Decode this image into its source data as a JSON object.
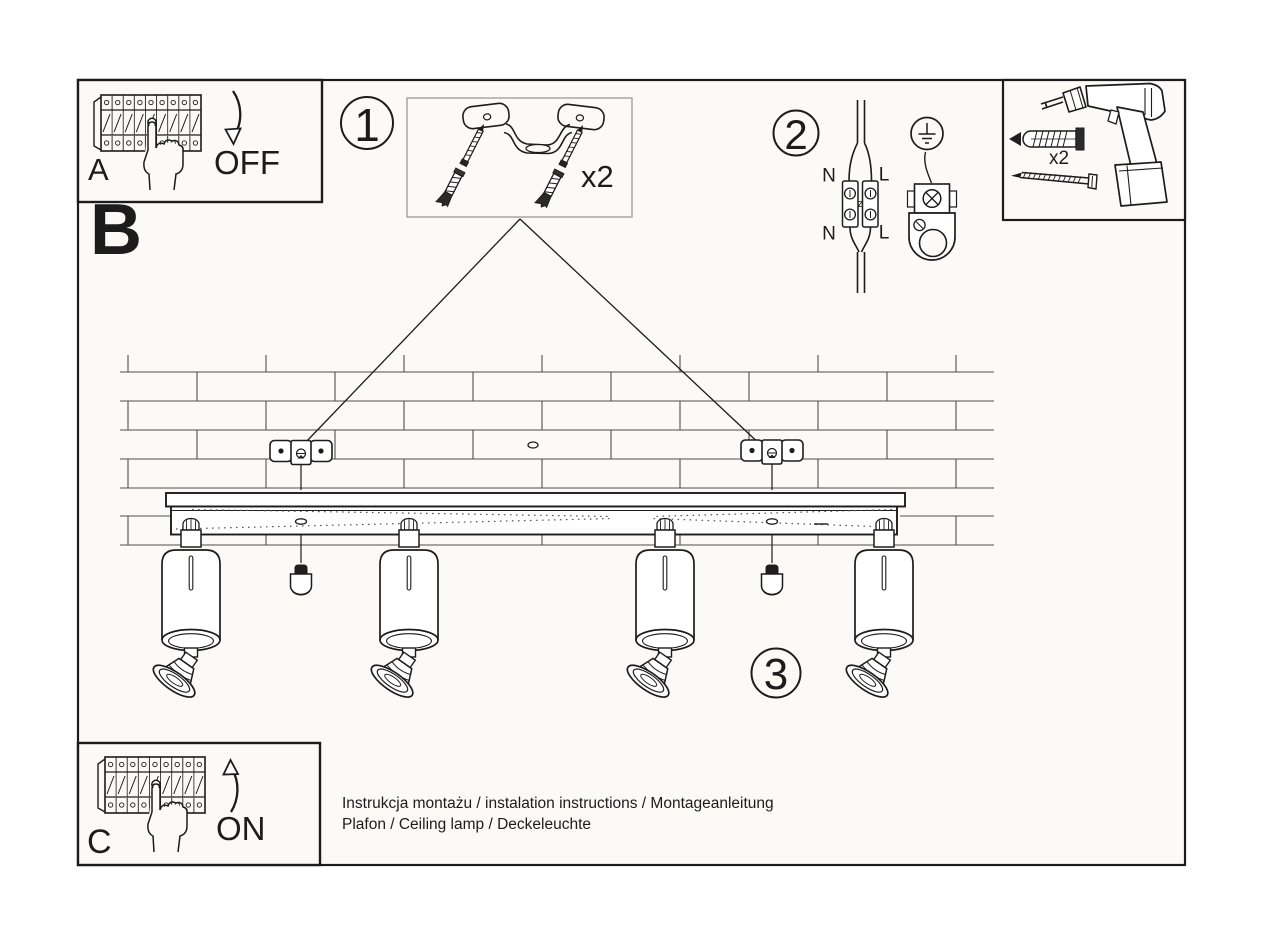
{
  "sheet": {
    "sections": {
      "a": {
        "label": "A",
        "action": "OFF"
      },
      "b": {
        "label": "B"
      },
      "c": {
        "label": "C",
        "action": "ON"
      }
    },
    "steps": {
      "one": {
        "number": "1",
        "quantity": "x2"
      },
      "two": {
        "number": "2",
        "terminals": {
          "top_left": "N",
          "top_right": "L",
          "bottom_left": "N",
          "bottom_right": "L"
        }
      },
      "three": {
        "number": "3"
      }
    },
    "toolbox": {
      "quantity": "x2"
    },
    "footer": {
      "line1": "Instrukcja montażu / instalation instructions / Montageanleitung",
      "line2": "Plafon / Ceiling lamp / Deckeleuchte"
    },
    "colors": {
      "ink": "#1c1c1c",
      "wall_line": "#4f4f4f",
      "paper": "#ffffff",
      "sheet_fill": "#fbfaf7",
      "parts_box_border": "#9a9a9a"
    }
  }
}
